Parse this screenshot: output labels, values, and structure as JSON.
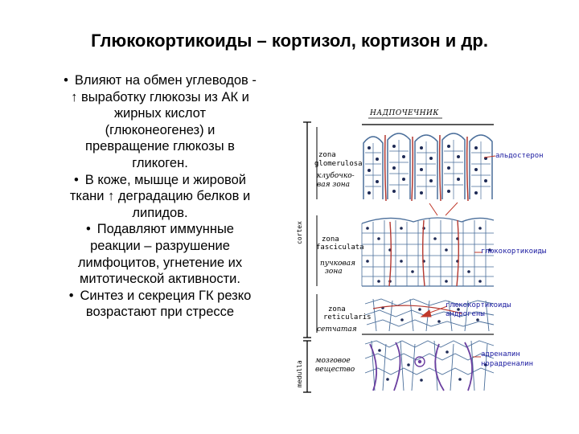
{
  "slide": {
    "title": "Глюкокортикоиды – кортизол, кортизон и др.",
    "bullets": [
      {
        "mark": "•",
        "lines": [
          "Влияют на обмен углеводов -",
          "↑ выработку глюкозы из АК и",
          "жирных кислот",
          "(глюконеогенез) и",
          "превращение глюкозы в",
          "гликоген."
        ]
      },
      {
        "mark": "•",
        "lines": [
          "В коже, мышце и жировой",
          "ткани ↑ деградацию белков и",
          "липидов."
        ]
      },
      {
        "mark": "•",
        "lines": [
          "Подавляют иммунные",
          "реакции – разрушение",
          "лимфоцитов, угнетение их",
          "митотической активности."
        ]
      },
      {
        "mark": "•",
        "lines": [
          "Синтез и секреция ГК резко",
          "возрастают при стрессе"
        ]
      }
    ]
  },
  "figure": {
    "header": "НАДПОЧЕЧНИК",
    "cortex_label": "cortex",
    "medulla_label": "medulla",
    "zones": [
      {
        "latin": [
          "zona",
          "glomerulosa"
        ],
        "russian": [
          "клубочко-",
          "вая зона"
        ],
        "hormone": [
          "альдостерон"
        ],
        "hormone_color": "#1a1aa0"
      },
      {
        "latin": [
          "zona",
          "fasciculata"
        ],
        "russian": [
          "пучковая",
          "зона"
        ],
        "hormone": [
          "глюкокортикоиды"
        ],
        "hormone_color": "#1a1aa0"
      },
      {
        "latin": [
          "zona",
          "reticularis"
        ],
        "russian": [
          "сетчатая"
        ],
        "hormone": [
          "глюкокортикоиды",
          "андрогены"
        ],
        "hormone_color": "#1a1aa0"
      },
      {
        "latin": [
          "мозговое",
          "вещество"
        ],
        "russian": [],
        "hormone": [
          "адреналин",
          "норадреналин"
        ],
        "hormone_color": "#1a1aa0"
      }
    ],
    "colors": {
      "cell": "#4a6e9a",
      "nucleus": "#1e2a55",
      "vessel": "#b3372f",
      "medulla_vessel": "#6b3fa0",
      "arrow": "#c0392b"
    }
  }
}
